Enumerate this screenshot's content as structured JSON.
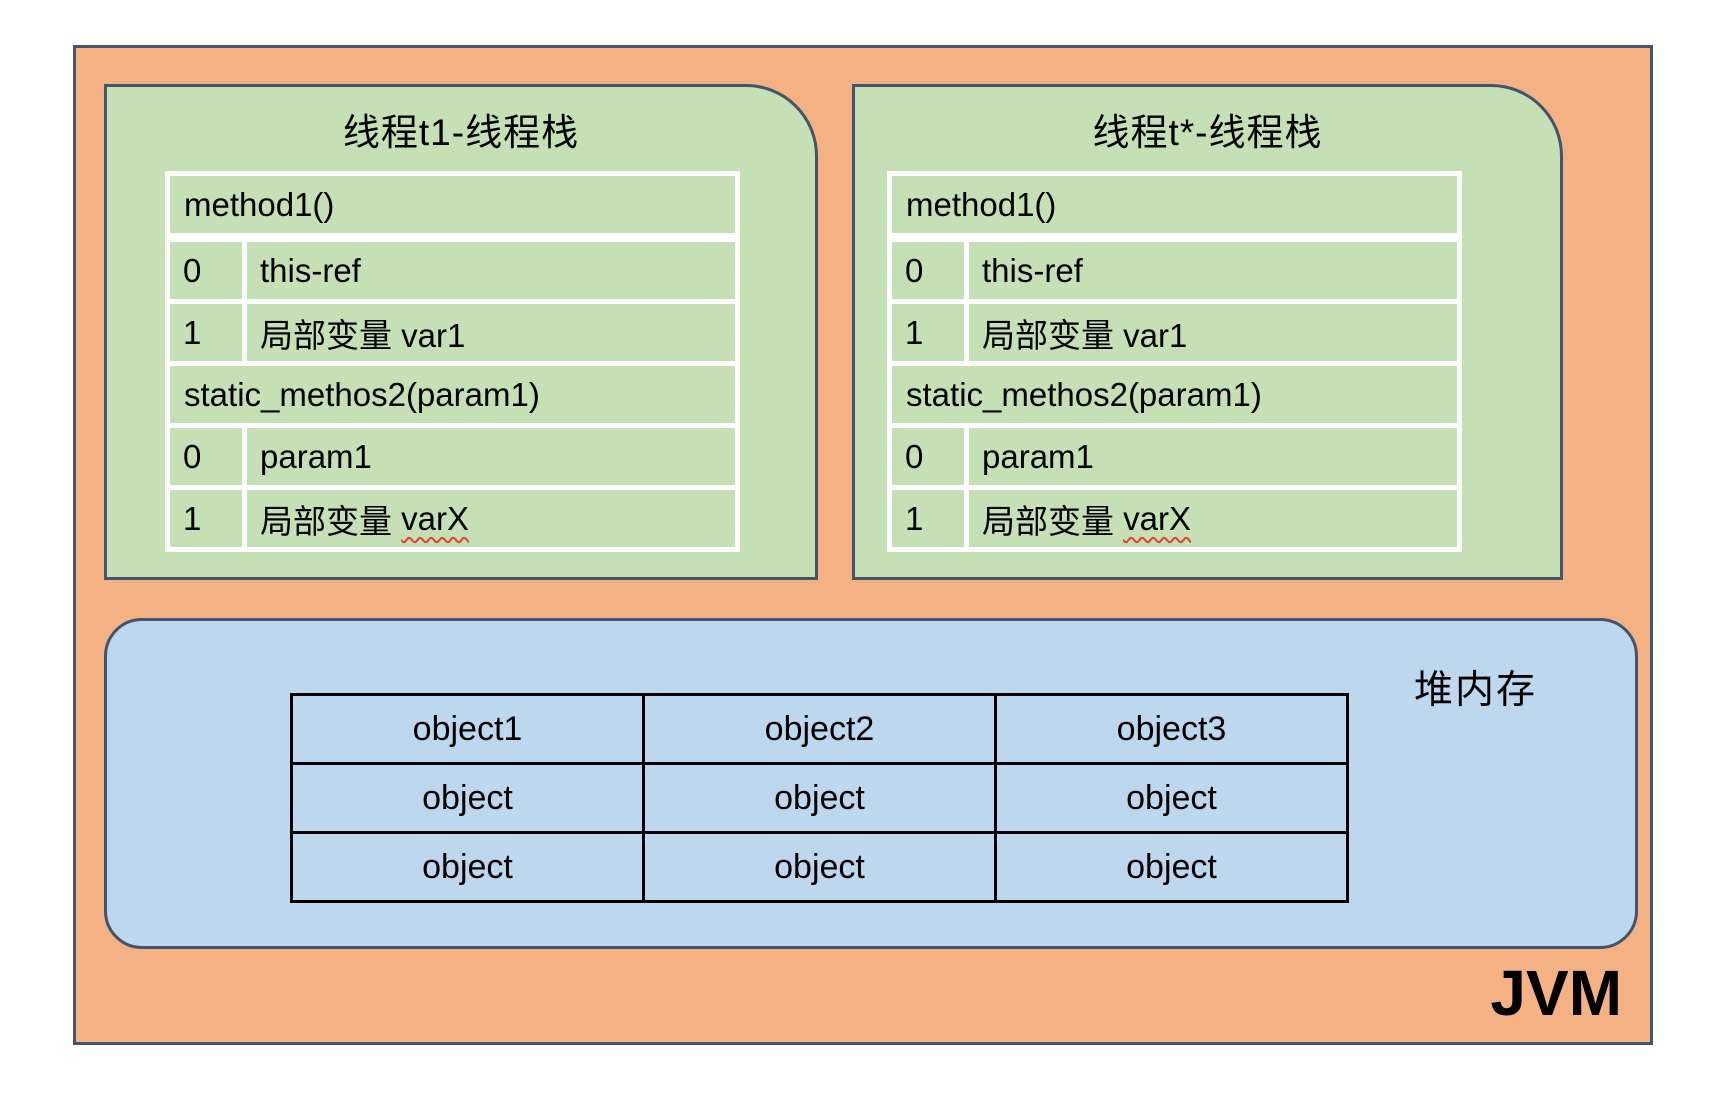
{
  "colors": {
    "page_bg": "#FFFFFF",
    "jvm_fill": "#F4B183",
    "outline": "#44546A",
    "stack_fill": "#C5E0B4",
    "heap_fill": "#BDD7EE",
    "cell_gap": "#FFFFFF",
    "heap_table_border": "#000000",
    "text": "#000000",
    "spell_underline": "#E8402A"
  },
  "jvm_label": "JVM",
  "stacks": [
    {
      "title": "线程t1-线程栈",
      "frames": [
        {
          "header": "method1()",
          "vars": [
            {
              "index": "0",
              "label": "this-ref",
              "underlined": ""
            },
            {
              "index": "1",
              "label": "局部变量 var1",
              "underlined": ""
            }
          ]
        },
        {
          "header": "static_methos2(param1)",
          "vars": [
            {
              "index": "0",
              "label": "param1",
              "underlined": ""
            },
            {
              "index": "1",
              "label": "局部变量 ",
              "underlined": "varX"
            }
          ]
        }
      ]
    },
    {
      "title": "线程t*-线程栈",
      "frames": [
        {
          "header": "method1()",
          "vars": [
            {
              "index": "0",
              "label": "this-ref",
              "underlined": ""
            },
            {
              "index": "1",
              "label": "局部变量 var1",
              "underlined": ""
            }
          ]
        },
        {
          "header": "static_methos2(param1)",
          "vars": [
            {
              "index": "0",
              "label": "param1",
              "underlined": ""
            },
            {
              "index": "1",
              "label": "局部变量 ",
              "underlined": "varX"
            }
          ]
        }
      ]
    }
  ],
  "heap": {
    "title": "堆内存",
    "table": {
      "header_row": [
        "object1",
        "object2",
        "object3"
      ],
      "rows": [
        [
          "object",
          "object",
          "object"
        ],
        [
          "object",
          "object",
          "object"
        ]
      ]
    }
  }
}
